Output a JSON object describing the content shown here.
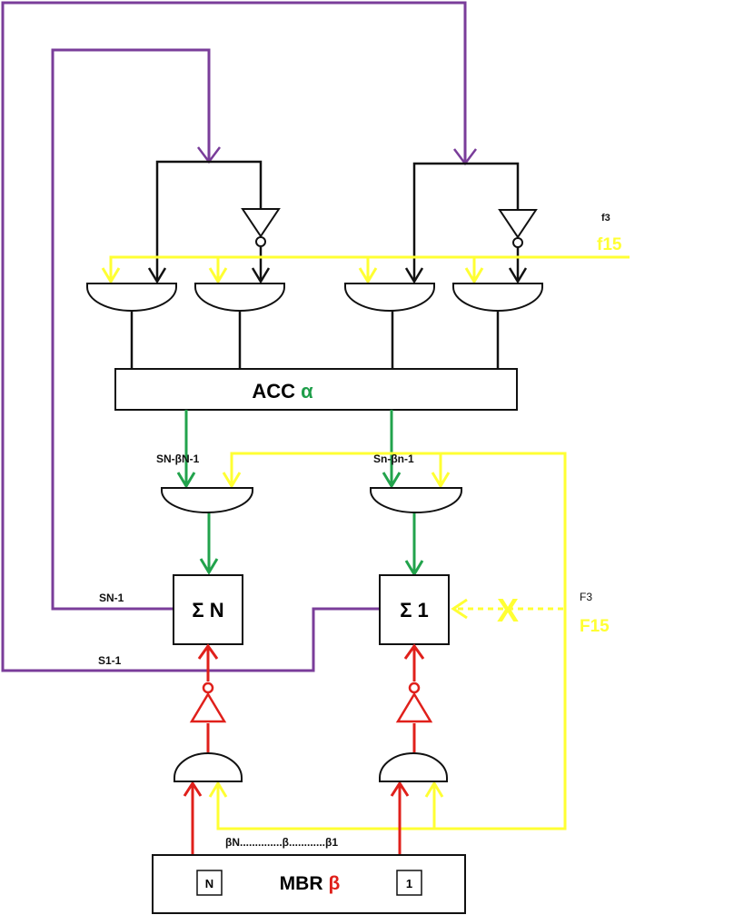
{
  "colors": {
    "control": "#7a3d9a",
    "control_signal": "#ffff33",
    "acc_path": "#22a34c",
    "mbr_path": "#e0201b",
    "black": "#111111",
    "alpha": "#1f9e4a",
    "beta": "#e0201b"
  },
  "labels": {
    "f3_top": "f3",
    "f15_top": "f15",
    "acc_name": "ACC",
    "acc_symbol": "α",
    "sn_beta_n1": "SN-βN-1",
    "sn_beta_n1_lower": "Sn-βn-1",
    "sigma_n": "Σ N",
    "sigma_1": "Σ 1",
    "sn_minus_1": "SN-1",
    "s1_minus_1": "S1-1",
    "f3_right": "F3",
    "f15_right": "F15",
    "blocked_mark": "X",
    "beta_range": "βN..............β............β1",
    "mbr_name": "MBR",
    "mbr_symbol": "β",
    "mbr_cell_n": "N",
    "mbr_cell_1": "1"
  }
}
